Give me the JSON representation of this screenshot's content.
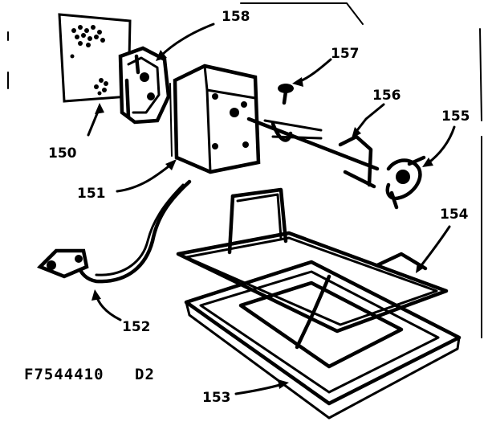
{
  "parts": {
    "p150": "150",
    "p151": "151",
    "p152": "152",
    "p153": "153",
    "p154": "154",
    "p155": "155",
    "p156": "156",
    "p157": "157",
    "p158": "158"
  },
  "drawing_code": "F7544410",
  "drawing_rev": "D2"
}
